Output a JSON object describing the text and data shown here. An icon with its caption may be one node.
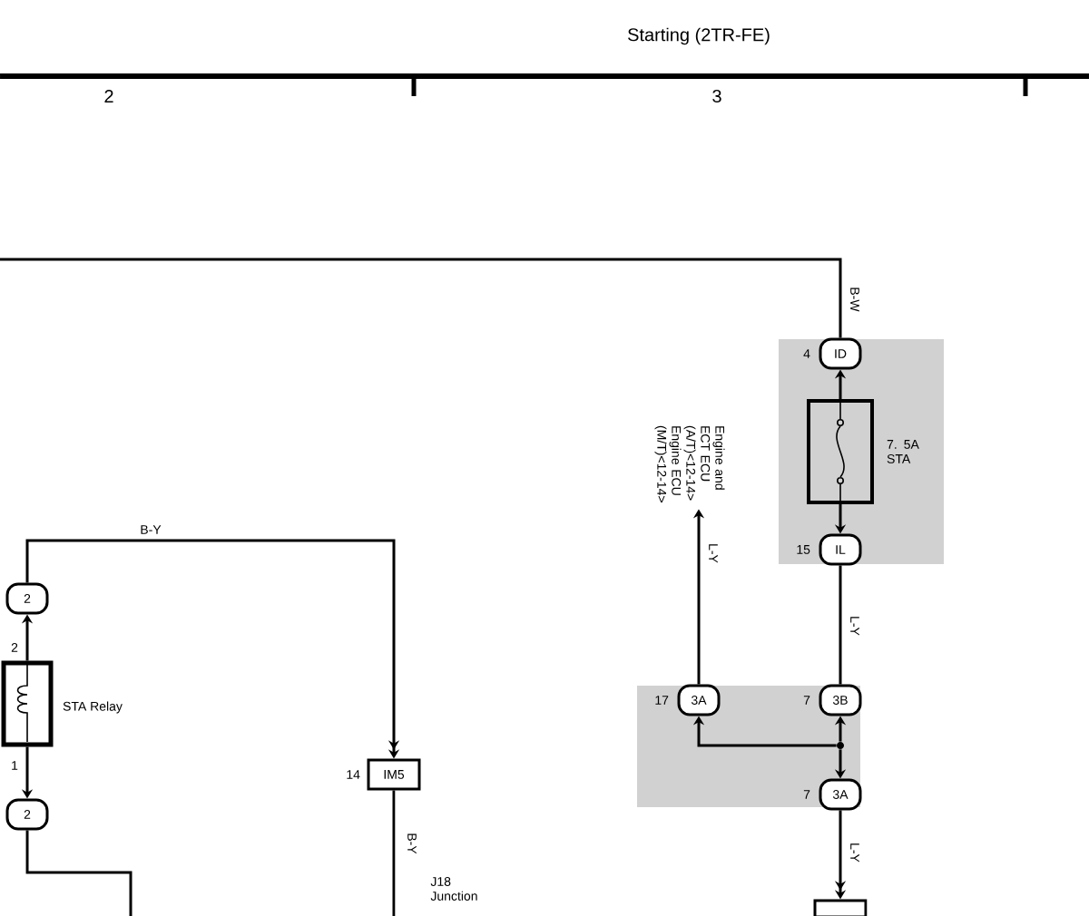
{
  "diagram": {
    "title": "Starting (2TR-FE)",
    "nodes": [
      {
        "text": [
          "ID"
        ],
        "beside": [
          "4"
        ]
      },
      {
        "text": [],
        "shape": "box",
        "beside": [
          "7. 5A STA"
        ]
      },
      {
        "text": [
          "IL"
        ],
        "beside": [
          "15"
        ]
      },
      {
        "text": [
          "3B"
        ],
        "beside": [
          "7"
        ]
      },
      {
        "text": [
          "3A"
        ],
        "beside": [
          "17"
        ]
      },
      {
        "text": [
          "3A"
        ],
        "beside": [
          "7"
        ]
      },
      {
        "text": [
          "Engine and ECT ECU (A/T)<12-14> Engine ECU (M/T)<12-14>"
        ]
      },
      {
        "text": [],
        "shape": "box",
        "beside": [
          "STA Relay"
        ]
      },
      {
        "text": [
          "2"
        ]
      },
      {
        "text": [
          "2"
        ]
      },
      {
        "text": [
          "IM5"
        ],
        "beside": [
          "14"
        ]
      },
      {
        "text": [],
        "shape": "circle"
      },
      {
        "text": [],
        "shape": "box"
      }
    ],
    "edges": [
      {
        "from": null,
        "to": 0,
        "arrow": "none",
        "label": "B-W"
      },
      {
        "from": 1,
        "to": 0,
        "arrow": "to"
      },
      {
        "from": 1,
        "to": 2,
        "arrow": "to"
      },
      {
        "from": 2,
        "to": 3,
        "arrow": "none",
        "label": "L-Y"
      },
      {
        "from": 4,
        "to": 6,
        "arrow": "to",
        "label": "L-Y"
      },
      {
        "from": 11,
        "to": 3,
        "arrow": "to"
      },
      {
        "from": 11,
        "to": 4,
        "arrow": "to"
      },
      {
        "from": 11,
        "to": 5,
        "arrow": "to"
      },
      {
        "from": 5,
        "to": 12,
        "arrow": "to",
        "label": "L-Y"
      },
      {
        "from": 7,
        "to": 8,
        "arrow": "to"
      },
      {
        "from": 7,
        "to": 9,
        "arrow": "to"
      },
      {
        "from": 8,
        "to": 10,
        "arrow": "to",
        "label": "B-Y"
      },
      {
        "from": 10,
        "to": null,
        "arrow": "none",
        "label": "B-Y"
      },
      {
        "from": 9,
        "to": null,
        "arrow": "none"
      }
    ],
    "labels": [
      "2",
      "3",
      "2",
      "1",
      "J18 Junction"
    ]
  }
}
